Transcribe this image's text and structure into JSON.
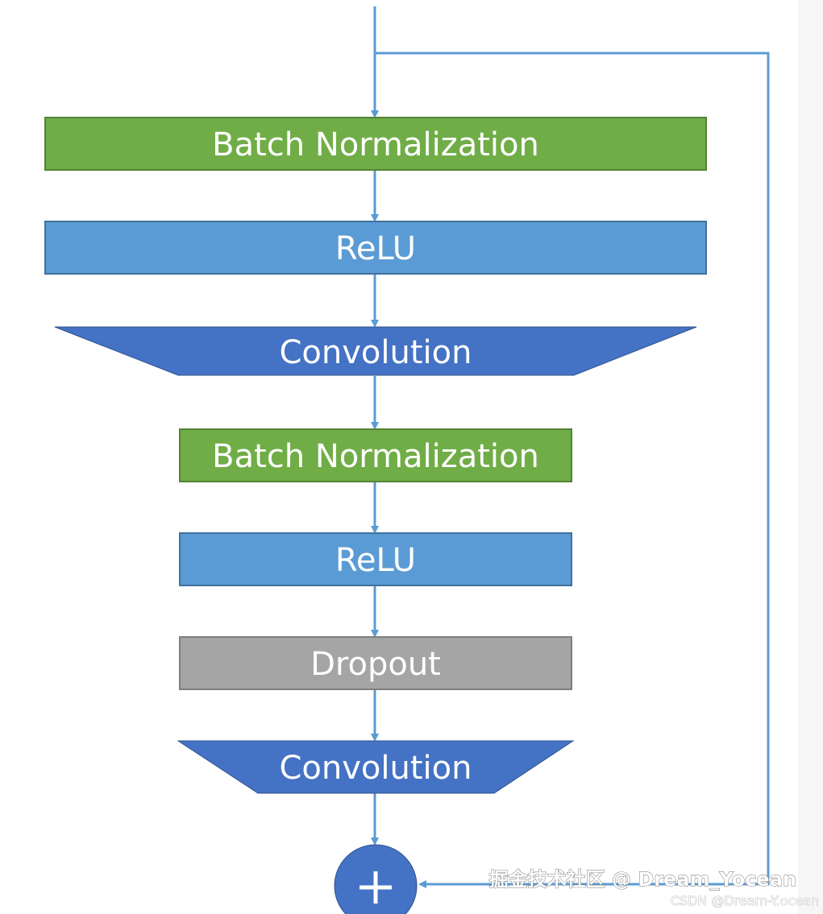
{
  "colors": {
    "arrow": "#5b9bd5",
    "batch_norm_fill": "#70ad47",
    "batch_norm_stroke": "#548235",
    "relu_fill": "#5b9bd5",
    "relu_stroke": "#41719c",
    "conv_fill": "#4472c4",
    "conv_stroke": "#2f528f",
    "dropout_fill": "#a5a5a5",
    "dropout_stroke": "#7f7f7f",
    "add_fill": "#4472c4"
  },
  "blocks": [
    {
      "id": "bn1",
      "label": "Batch Normalization",
      "shape": "rect",
      "kind": "batch_norm"
    },
    {
      "id": "relu1",
      "label": "ReLU",
      "shape": "rect",
      "kind": "relu"
    },
    {
      "id": "conv1",
      "label": "Convolution",
      "shape": "trapezoid",
      "kind": "conv"
    },
    {
      "id": "bn2",
      "label": "Batch Normalization",
      "shape": "rect",
      "kind": "batch_norm"
    },
    {
      "id": "relu2",
      "label": "ReLU",
      "shape": "rect",
      "kind": "relu"
    },
    {
      "id": "dropout",
      "label": "Dropout",
      "shape": "rect",
      "kind": "dropout"
    },
    {
      "id": "conv2",
      "label": "Convolution",
      "shape": "trapezoid",
      "kind": "conv"
    }
  ],
  "add_node": {
    "symbol": "+"
  },
  "watermark": {
    "main": "掘金技术社区 @ Dream_Yocean",
    "sub": "CSDN @Dream-Y.ocean"
  }
}
